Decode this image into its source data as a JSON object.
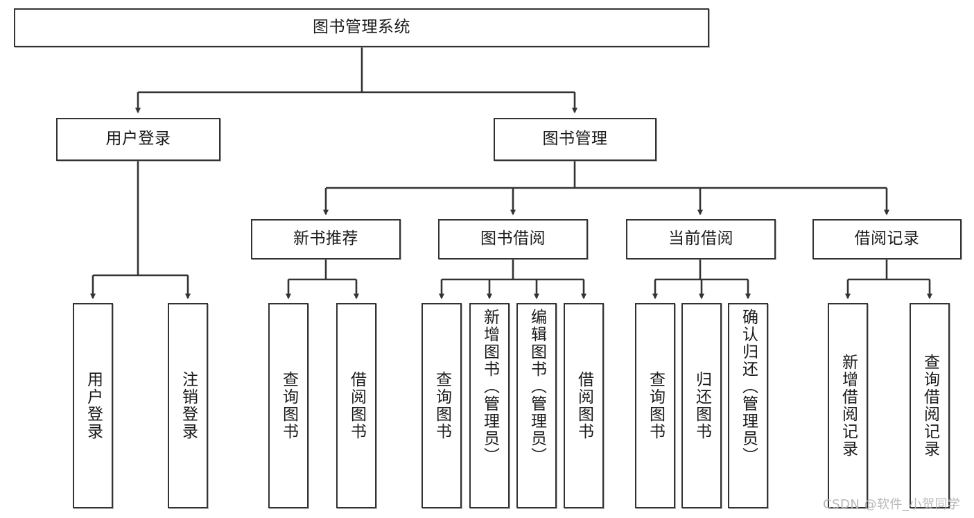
{
  "diagram": {
    "type": "tree-hierarchy-flowchart",
    "title": "图书管理系统",
    "watermark": "CSDN @软件_小贺同学",
    "colors": {
      "background": "#ffffff",
      "node_border": "#333333",
      "node_fill": "#ffffff",
      "edge": "#333333",
      "text": "#1a1a1a",
      "watermark": "#b8b8b8"
    },
    "levels": {
      "root": [
        "图书管理系统"
      ],
      "level2": [
        "用户登录",
        "图书管理"
      ],
      "level3": [
        "新书推荐",
        "图书借阅",
        "当前借阅",
        "借阅记录"
      ],
      "leaves": [
        "用户登录",
        "注销登录",
        "查询图书",
        "借阅图书",
        "查询图书",
        "新增图书（管理员）",
        "编辑图书（管理员）",
        "借阅图书",
        "查询图书",
        "归还图书",
        "确认归还（管理员）",
        "新增借阅记录",
        "查询借阅记录"
      ]
    },
    "nodes": {
      "root": {
        "label": "图书管理系统"
      },
      "user_login": {
        "label": "用户登录"
      },
      "book_mgmt": {
        "label": "图书管理"
      },
      "new_book_rec": {
        "label": "新书推荐"
      },
      "book_borrow": {
        "label": "图书借阅"
      },
      "current_borrow": {
        "label": "当前借阅"
      },
      "borrow_record": {
        "label": "借阅记录"
      },
      "leaf_user_login": {
        "label": "用户登录"
      },
      "leaf_logout": {
        "label": "注销登录"
      },
      "leaf_query_book_1": {
        "label": "查询图书"
      },
      "leaf_borrow_book_1": {
        "label": "借阅图书"
      },
      "leaf_query_book_2": {
        "label": "查询图书"
      },
      "leaf_add_book": {
        "label": "新增图书（管理员）"
      },
      "leaf_edit_book": {
        "label": "编辑图书（管理员）"
      },
      "leaf_borrow_book_2": {
        "label": "借阅图书"
      },
      "leaf_query_book_3": {
        "label": "查询图书"
      },
      "leaf_return_book": {
        "label": "归还图书"
      },
      "leaf_confirm_return": {
        "label": "确认归还（管理员）"
      },
      "leaf_add_record": {
        "label": "新增借阅记录"
      },
      "leaf_query_record": {
        "label": "查询借阅记录"
      }
    },
    "edges": [
      {
        "from": "root",
        "to": "user_login"
      },
      {
        "from": "root",
        "to": "book_mgmt"
      },
      {
        "from": "user_login",
        "to": "leaf_user_login"
      },
      {
        "from": "user_login",
        "to": "leaf_logout"
      },
      {
        "from": "book_mgmt",
        "to": "new_book_rec"
      },
      {
        "from": "book_mgmt",
        "to": "book_borrow"
      },
      {
        "from": "book_mgmt",
        "to": "current_borrow"
      },
      {
        "from": "book_mgmt",
        "to": "borrow_record"
      },
      {
        "from": "new_book_rec",
        "to": "leaf_query_book_1"
      },
      {
        "from": "new_book_rec",
        "to": "leaf_borrow_book_1"
      },
      {
        "from": "book_borrow",
        "to": "leaf_query_book_2"
      },
      {
        "from": "book_borrow",
        "to": "leaf_add_book"
      },
      {
        "from": "book_borrow",
        "to": "leaf_edit_book"
      },
      {
        "from": "book_borrow",
        "to": "leaf_borrow_book_2"
      },
      {
        "from": "current_borrow",
        "to": "leaf_query_book_3"
      },
      {
        "from": "current_borrow",
        "to": "leaf_return_book"
      },
      {
        "from": "current_borrow",
        "to": "leaf_confirm_return"
      },
      {
        "from": "borrow_record",
        "to": "leaf_add_record"
      },
      {
        "from": "borrow_record",
        "to": "leaf_query_record"
      }
    ]
  }
}
